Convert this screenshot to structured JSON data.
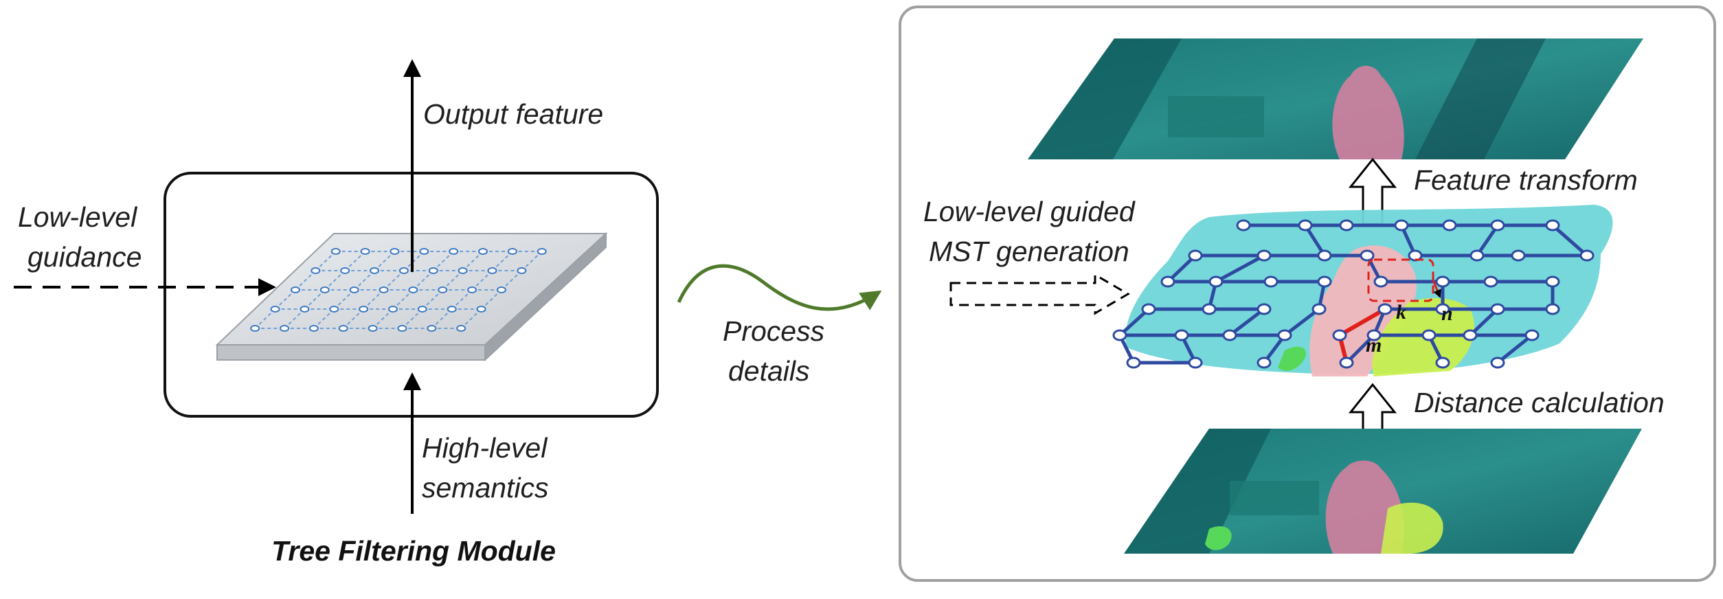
{
  "left_panel": {
    "output_label": "Output feature",
    "guidance_label_line1": "Low-level",
    "guidance_label_line2": "guidance",
    "semantics_label_line1": "High-level",
    "semantics_label_line2": "semantics",
    "module_caption": "Tree Filtering Module"
  },
  "connector": {
    "label_line1": "Process",
    "label_line2": "details",
    "arrow_color": "#4f7a2a"
  },
  "right_panel": {
    "mst_label_line1": "Low-level guided",
    "mst_label_line2": "MST generation",
    "feature_transform_label": "Feature transform",
    "distance_label": "Distance calculation",
    "node_labels": {
      "k": "k",
      "n": "n",
      "m": "m"
    }
  },
  "colors": {
    "tree_edge": "#2e4aa0",
    "highlight_edge": "#e0201b",
    "cyan_region": "#6fd6d8",
    "pink_region": "#f2b8bd",
    "lime_region": "#c9ef4f",
    "panel_border": "#a0a0a0"
  }
}
